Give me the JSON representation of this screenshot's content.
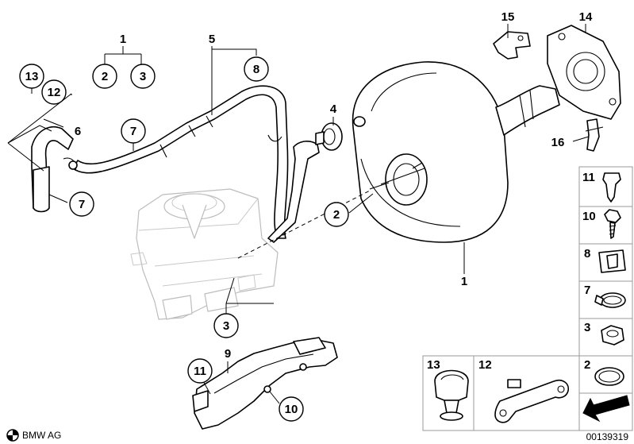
{
  "brand": {
    "name": "BMW AG"
  },
  "diagram_id": "00139319",
  "callouts": [
    {
      "key": "c1a",
      "number": "1"
    },
    {
      "key": "c2a",
      "number": "2"
    },
    {
      "key": "c3a",
      "number": "3"
    },
    {
      "key": "c5",
      "number": "5"
    },
    {
      "key": "c8a",
      "number": "8"
    },
    {
      "key": "c13a",
      "number": "13"
    },
    {
      "key": "c12a",
      "number": "12"
    },
    {
      "key": "c6",
      "number": "6"
    },
    {
      "key": "c7a",
      "number": "7"
    },
    {
      "key": "c7b",
      "number": "7"
    },
    {
      "key": "c4",
      "number": "4"
    },
    {
      "key": "c2b",
      "number": "2"
    },
    {
      "key": "c1b",
      "number": "1"
    },
    {
      "key": "c3b",
      "number": "3"
    },
    {
      "key": "c9",
      "number": "9"
    },
    {
      "key": "c11a",
      "number": "11"
    },
    {
      "key": "c10a",
      "number": "10"
    },
    {
      "key": "c15",
      "number": "15"
    },
    {
      "key": "c14",
      "number": "14"
    },
    {
      "key": "c16",
      "number": "16"
    }
  ],
  "legend": [
    {
      "key": "l11",
      "number": "11",
      "icon": "expanding-rivet-icon"
    },
    {
      "key": "l10",
      "number": "10",
      "icon": "hex-screw-icon"
    },
    {
      "key": "l8",
      "number": "8",
      "icon": "rubber-grommet-icon"
    },
    {
      "key": "l7",
      "number": "7",
      "icon": "hose-clamp-icon"
    },
    {
      "key": "l3",
      "number": "3",
      "icon": "hex-nut-icon"
    },
    {
      "key": "l2",
      "number": "2",
      "icon": "sealing-ring-icon"
    },
    {
      "key": "l13",
      "number": "13",
      "icon": "cable-clip-icon"
    },
    {
      "key": "l12",
      "number": "12",
      "icon": "mounting-bracket-icon"
    }
  ],
  "colors": {
    "ink": "#000000",
    "ghost": "#bdbdbd",
    "panel": "#9a9a9a"
  }
}
